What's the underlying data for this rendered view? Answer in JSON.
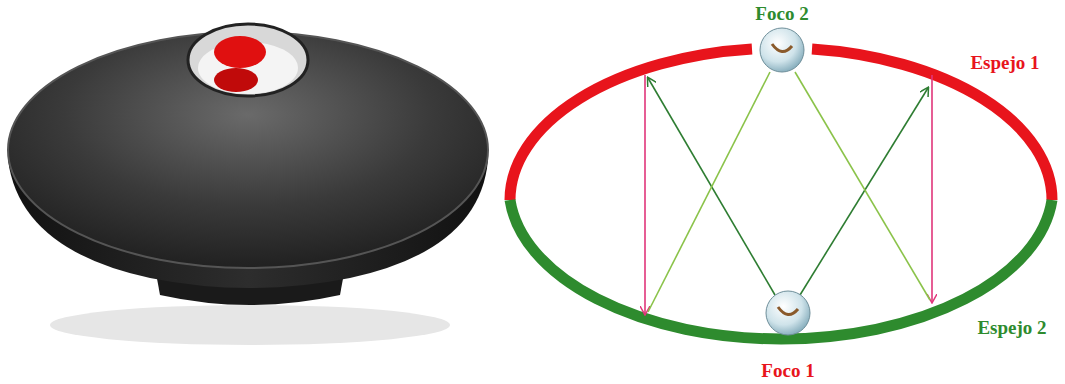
{
  "diagram": {
    "labels": [
      "Foco 2",
      "Espejo 1",
      "Espejo 2",
      "Foco 1"
    ]
  }
}
